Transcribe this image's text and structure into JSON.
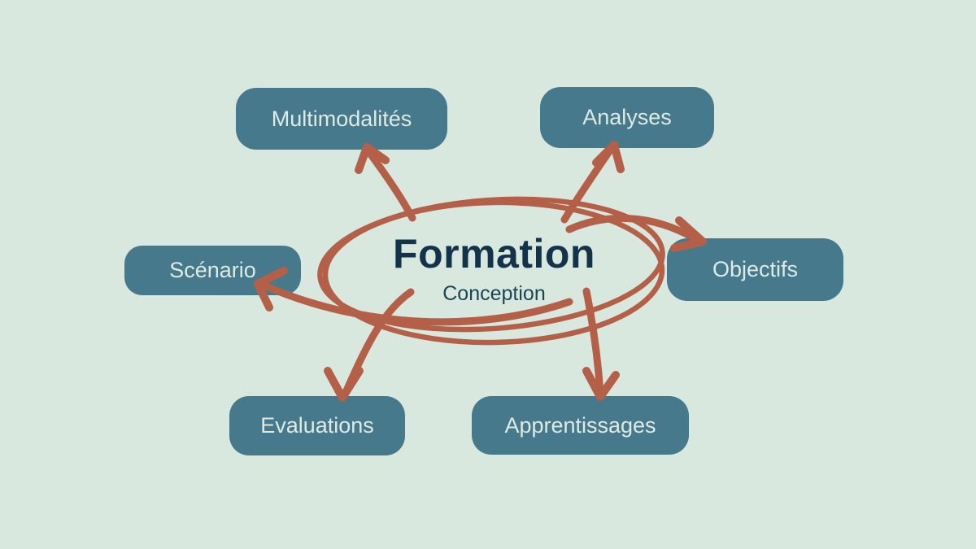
{
  "background_color": "#d9e8de",
  "palette": {
    "background": "#d9e8de",
    "node_fill": "#47798c",
    "node_text": "#dcebe3",
    "arrow": "#b45f47",
    "title_color": "#13334a",
    "subtitle_color": "#1a4552"
  },
  "center": {
    "title": "Formation",
    "subtitle": "Conception"
  },
  "nodes": [
    {
      "id": "multimodalites",
      "label": "Multimodalités"
    },
    {
      "id": "analyses",
      "label": "Analyses"
    },
    {
      "id": "scenario",
      "label": "Scénario"
    },
    {
      "id": "objectifs",
      "label": "Objectifs"
    },
    {
      "id": "evaluations",
      "label": "Evaluations"
    },
    {
      "id": "apprentissages",
      "label": "Apprentissages"
    }
  ],
  "connections": [
    {
      "from": "Formation",
      "to": "Multimodalités"
    },
    {
      "from": "Formation",
      "to": "Analyses"
    },
    {
      "from": "Formation",
      "to": "Objectifs"
    },
    {
      "from": "Formation",
      "to": "Scénario"
    },
    {
      "from": "Formation",
      "to": "Evaluations"
    },
    {
      "from": "Formation",
      "to": "Apprentissages"
    }
  ]
}
